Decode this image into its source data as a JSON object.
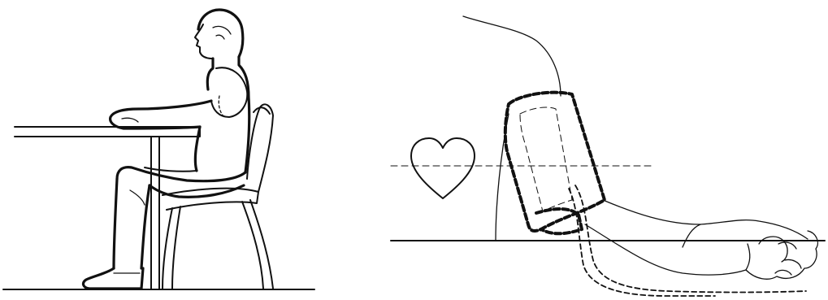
{
  "figure": {
    "panels": [
      {
        "name": "seated-posture",
        "depicts": "person-seated-arm-on-table"
      },
      {
        "name": "cuff-placement",
        "depicts": "arm-with-cuff-at-heart-level"
      }
    ],
    "icons": [
      "heart-icon"
    ],
    "stroke_color": "#111111",
    "background_color": "#ffffff"
  }
}
